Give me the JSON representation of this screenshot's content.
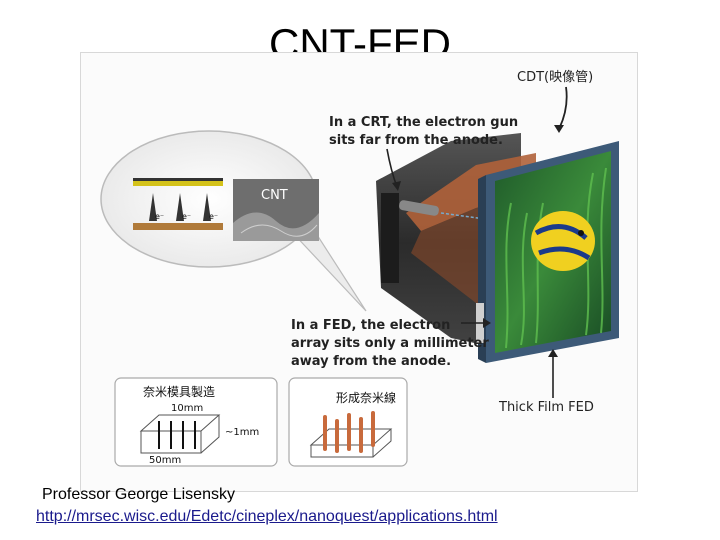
{
  "slide": {
    "title": "CNT-FED",
    "credit": "Professor George Lisensky",
    "link": "http://mrsec.wisc.edu/Edetc/cineplex/nanoquest/applications.html"
  },
  "figure": {
    "cdt_label": "CDT(映像管)",
    "crt_caption": [
      "In a CRT, the electron gun",
      "sits far from the anode."
    ],
    "fed_caption": [
      "In a FED, the electron",
      "array sits only a millimeter",
      "away from the anode."
    ],
    "thick_film_label": "Thick Film FED",
    "cnt_label": "CNT",
    "electron_labels": [
      "e⁻",
      "e⁻",
      "e⁻"
    ],
    "mold_title": "奈米模具製造",
    "dim_top": "10mm",
    "dim_side": "~1mm",
    "dim_bottom": "50mm",
    "form_title": "形成奈米線"
  },
  "colors": {
    "tube_dark": "#2b2b2b",
    "tube_copper": "#b0623a",
    "screen_frame": "#3d5a78",
    "fish_yellow": "#f0d020",
    "nanowire": "#c86a3c"
  }
}
